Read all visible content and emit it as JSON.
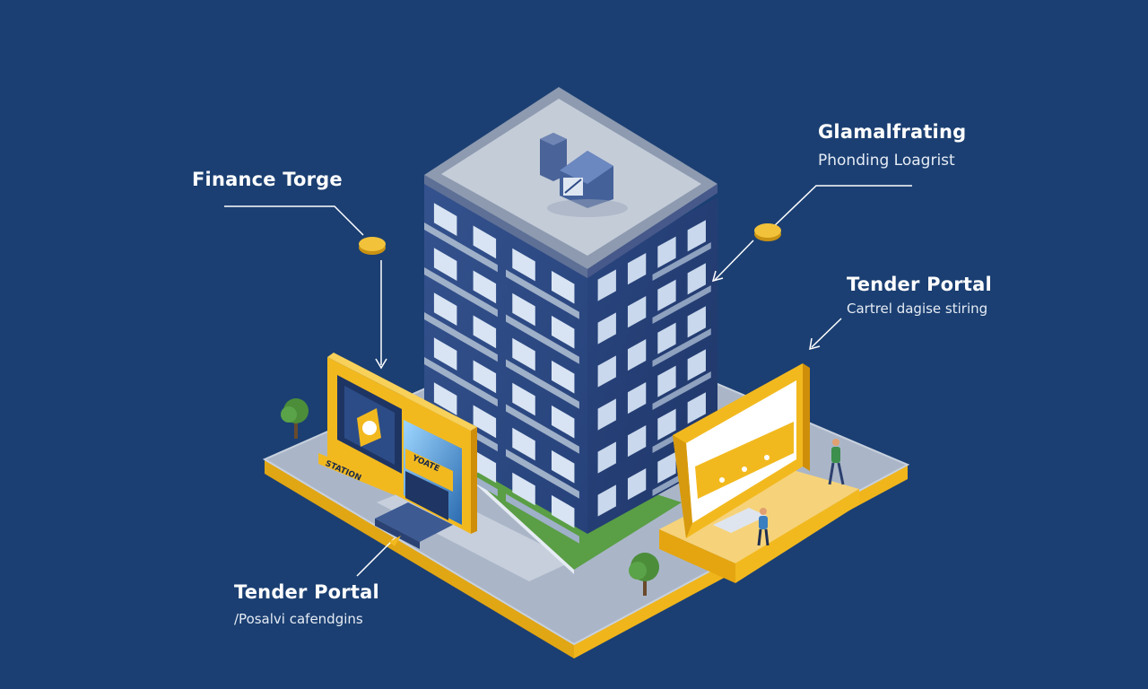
{
  "callouts": {
    "top_left": {
      "title": "Finance Torge",
      "subtitle": ""
    },
    "top_right": {
      "title": "Glamalfrating",
      "subtitle": "Phonding Loagrist"
    },
    "mid_right": {
      "title": "Tender Portal",
      "subtitle": "Cartrel dagise stiring"
    },
    "bottom_left": {
      "title": "Tender Portal",
      "subtitle": "/Posalvi cafendgins"
    }
  },
  "signs": {
    "left_board": "STATION",
    "left_door": "YOATE"
  },
  "colors": {
    "background": "#1b3f72",
    "accent": "#f2b91f",
    "building": "#2d4a84",
    "platform": "#b9c4d4",
    "grass": "#5a9e45"
  },
  "icons": [
    "coin-icon",
    "arrow-icon",
    "tree-icon",
    "person-icon",
    "billboard-icon"
  ]
}
